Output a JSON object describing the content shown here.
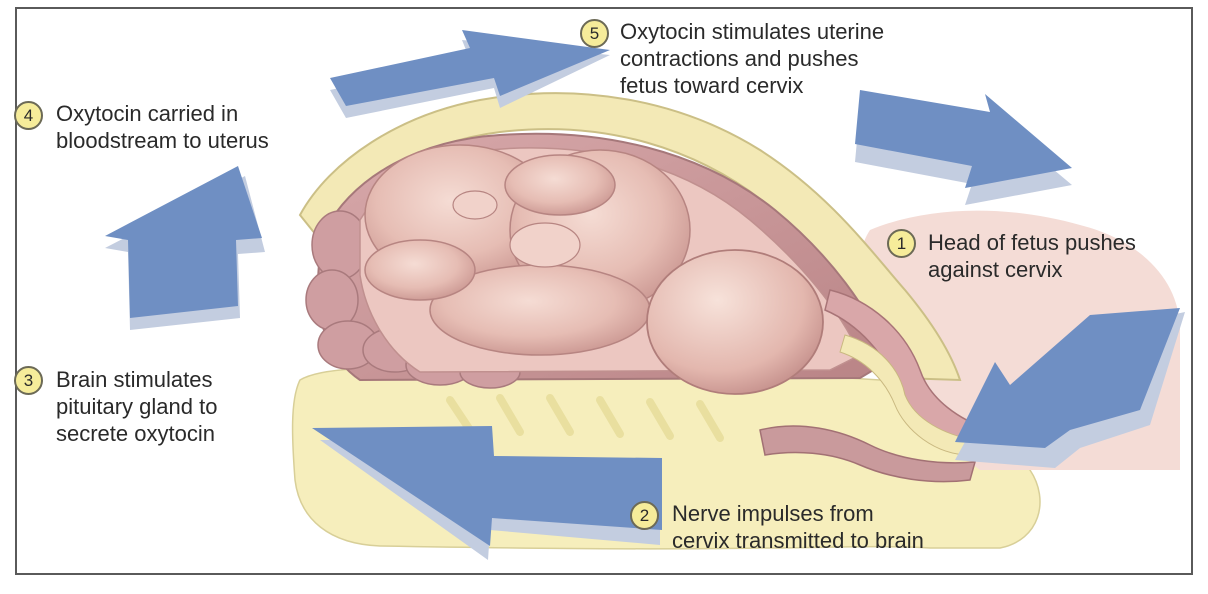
{
  "colors": {
    "arrow_face": "#6f8fc3",
    "arrow_side": "#c3cde0",
    "badge_fill": "#f6ec9a",
    "badge_border": "#6c6a56",
    "tissue_yellow": "#f6eebc",
    "fetus_skin": "#e8c3bb",
    "uterus_wall": "#d6a6a8",
    "frame_border": "#5a5a5a"
  },
  "steps": [
    {
      "number": "1",
      "lines": [
        "Head of fetus pushes",
        "against cervix"
      ]
    },
    {
      "number": "2",
      "lines": [
        "Nerve impulses from",
        "cervix transmitted to brain"
      ]
    },
    {
      "number": "3",
      "lines": [
        "Brain stimulates",
        "pituitary gland to",
        "secrete oxytocin"
      ]
    },
    {
      "number": "4",
      "lines": [
        "Oxytocin carried in",
        "bloodstream to uterus"
      ]
    },
    {
      "number": "5",
      "lines": [
        "Oxytocin stimulates uterine",
        "contractions and pushes",
        "fetus toward cervix"
      ]
    }
  ],
  "icons": {
    "illustration": "uterus-fetus-illustration",
    "arrows": "feedback-loop-arrow"
  }
}
